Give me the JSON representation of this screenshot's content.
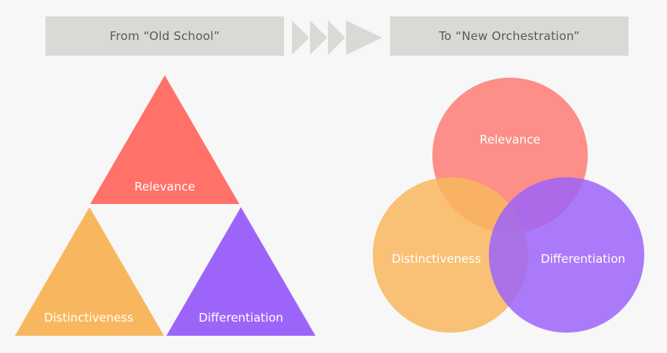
{
  "banners": {
    "left": "From “Old School”",
    "right": "To “New Orchestration”"
  },
  "icons": {
    "arrow": "chevron-arrow-icon"
  },
  "triangle_model": {
    "relevance": "Relevance",
    "distinctiveness": "Distinctiveness",
    "differentiation": "Differentiation"
  },
  "venn_model": {
    "relevance": "Relevance",
    "distinctiveness": "Distinctiveness",
    "differentiation": "Differentiation"
  },
  "colors": {
    "relevance": "#ff7169",
    "distinctiveness": "#f8b75e",
    "differentiation": "#9d64fa",
    "banner": "#dbd9d6",
    "arrow": "#dbd9d6",
    "background": "#f7f7f7"
  }
}
